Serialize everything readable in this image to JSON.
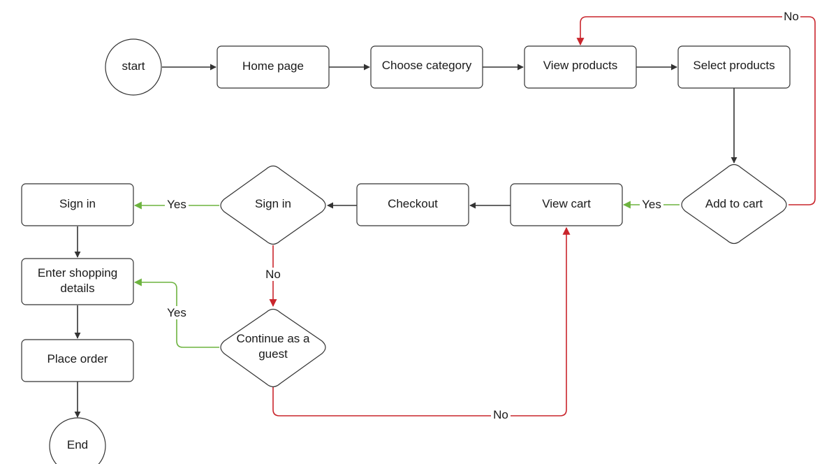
{
  "colors": {
    "default_edge": "#333333",
    "yes_edge": "#6db33f",
    "no_edge": "#c9252c",
    "node_border": "#333333",
    "node_fill": "#ffffff"
  },
  "nodes": {
    "start": "start",
    "home_page": "Home page",
    "choose_category": "Choose category",
    "view_products": "View products",
    "select_products": "Select products",
    "add_to_cart": "Add to cart",
    "view_cart": "View cart",
    "checkout": "Checkout",
    "sign_in_decision": "Sign in",
    "sign_in": "Sign in",
    "enter_details_line1": "Enter shopping",
    "enter_details_line2": "details",
    "place_order": "Place order",
    "guest_line1": "Continue as a",
    "guest_line2": "guest",
    "end": "End"
  },
  "edge_labels": {
    "add_to_cart_no": "No",
    "add_to_cart_yes": "Yes",
    "sign_in_yes": "Yes",
    "sign_in_no": "No",
    "guest_yes": "Yes",
    "guest_no": "No"
  }
}
